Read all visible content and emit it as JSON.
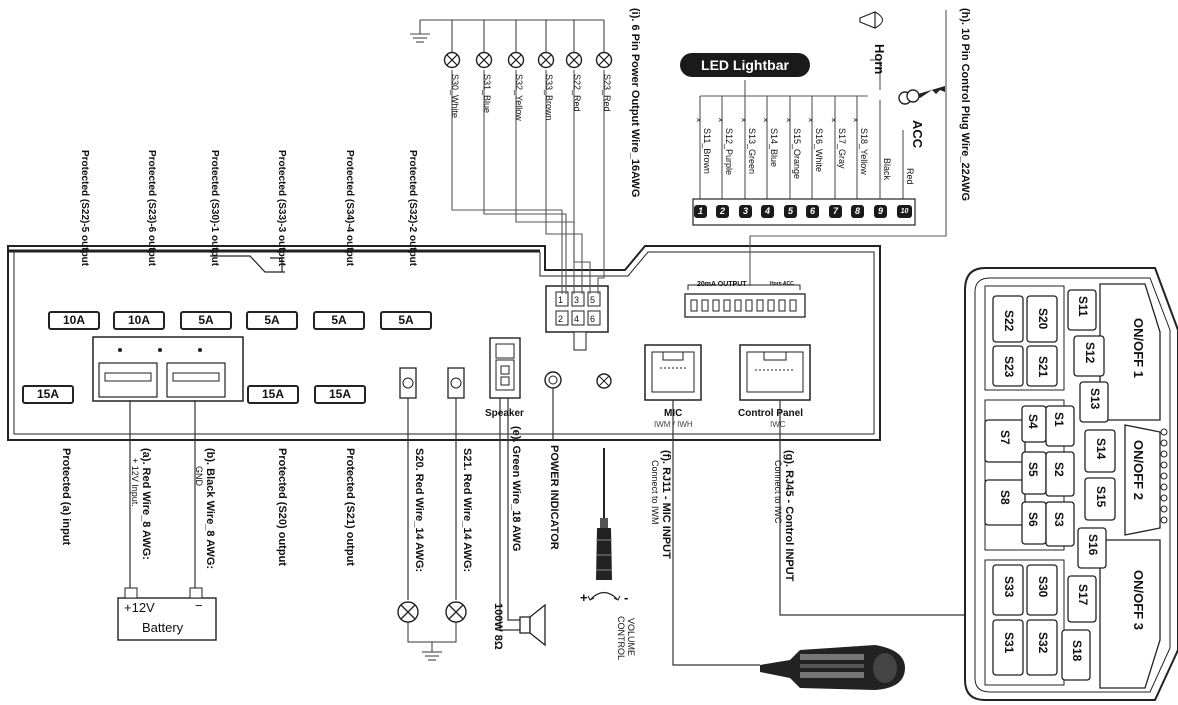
{
  "top_outputs": [
    "Protected (S22)-5 output",
    "Protected (S23)-6 output",
    "Protected (S30)-1 output",
    "Protected (S33)-3 output",
    "Protected (S34)-4 output",
    "Protected (S32)-2 output"
  ],
  "top_fuses": [
    "10A",
    "10A",
    "5A",
    "5A",
    "5A",
    "5A"
  ],
  "mid_fuses": [
    "15A",
    "15A",
    "15A"
  ],
  "bottom_outputs": {
    "input": "Protected (a) input",
    "red_wire": "(a). Red Wire_8 AWG:",
    "red_sub": "+ 12V Input.",
    "black_wire": "(b). Black Wire_8 AWG:",
    "black_sub": "GND",
    "s20_out": "Protected (S20) output",
    "s21_out": "Protected (S21) output",
    "s20_wire": "S20. Red Wire_14 AWG:",
    "s21_wire": "S21. Red Wire_14 AWG:",
    "green_wire": "(e). Green Wire_18 AWG",
    "speaker_spec": "100W 8Ω",
    "power_indicator": "POWER INDICATOR",
    "volume": "VOLUME",
    "control": "CONTROL",
    "plus": "+",
    "minus": "-",
    "rj11": "(f). RJ11 - MIC INPUT",
    "rj11_sub": "Connect to IWM",
    "rj45": "(g). RJ45 - Control INPUT",
    "rj45_sub": "Connect to IWC"
  },
  "battery": {
    "label": "Battery",
    "plus": "+12V",
    "minus": "−"
  },
  "speaker_label": "Speaker",
  "mic": {
    "label": "MIC",
    "sub": "IWM / IWH"
  },
  "control_panel": {
    "label": "Control Panel",
    "sub": "IWC"
  },
  "output_header": {
    "text": "20mA OUTPUT",
    "extra": "Horn ACC"
  },
  "power_output": {
    "title": "(i). 6 Pin Power Output Wire_16AWG",
    "wires": [
      "S30_White",
      "S31_Blue",
      "S32_Yellow",
      "S33_Brown",
      "S22_Red",
      "S23_Red"
    ],
    "pins": [
      "1",
      "2",
      "3",
      "4",
      "5",
      "6"
    ]
  },
  "control_plug": {
    "title": "(h). 10 Pin Control Plug Wire_22AWG",
    "lightbar": "LED Lightbar",
    "wires": [
      "S11_Brown",
      "S12_Purple",
      "S13_Green",
      "S14_Blue",
      "S15_Orange",
      "S16_White",
      "S17_Gray",
      "S18_Yellow",
      "Black",
      "Red"
    ],
    "pins": [
      "1",
      "2",
      "3",
      "4",
      "5",
      "6",
      "7",
      "8",
      "9",
      "10"
    ],
    "horn": "Horn",
    "acc": "ACC"
  },
  "panel": {
    "onoff1": "ON/OFF 1",
    "onoff2": "ON/OFF 2",
    "onoff3": "ON/OFF 3",
    "buttons": [
      "S11",
      "S20",
      "S22",
      "S21",
      "S23",
      "S12",
      "S13",
      "S1",
      "S4",
      "S7",
      "S14",
      "S2",
      "S5",
      "S8",
      "S15",
      "S3",
      "S6",
      "S16",
      "S30",
      "S33",
      "S17",
      "S32",
      "S31",
      "S18"
    ]
  }
}
